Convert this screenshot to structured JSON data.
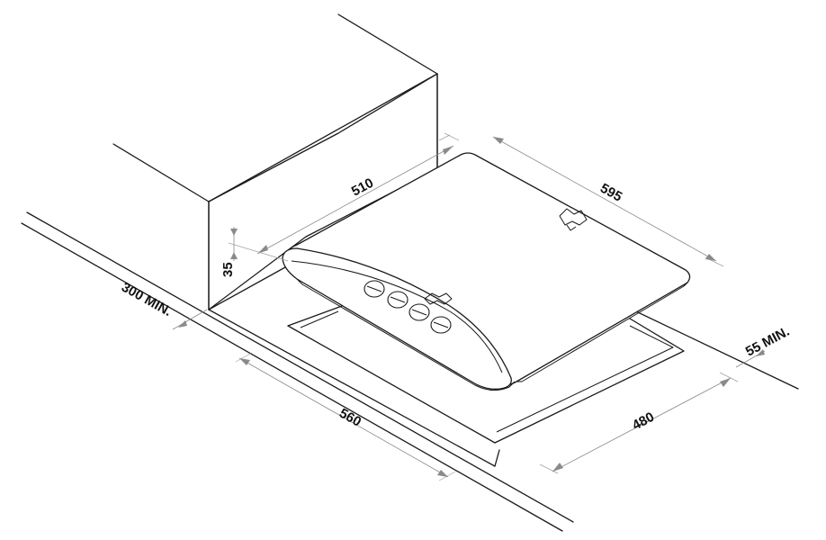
{
  "dimensions": {
    "d510": "510",
    "d595": "595",
    "d35": "35",
    "d300min": "300 MIN.",
    "d560": "560",
    "d480": "480",
    "d55min": "55 MIN."
  },
  "colors": {
    "line": "#1a1a1a",
    "dimension": "#8a8a8a",
    "background": "#ffffff"
  },
  "icons": {
    "knob": "control-knob",
    "burner": "pan-support"
  }
}
